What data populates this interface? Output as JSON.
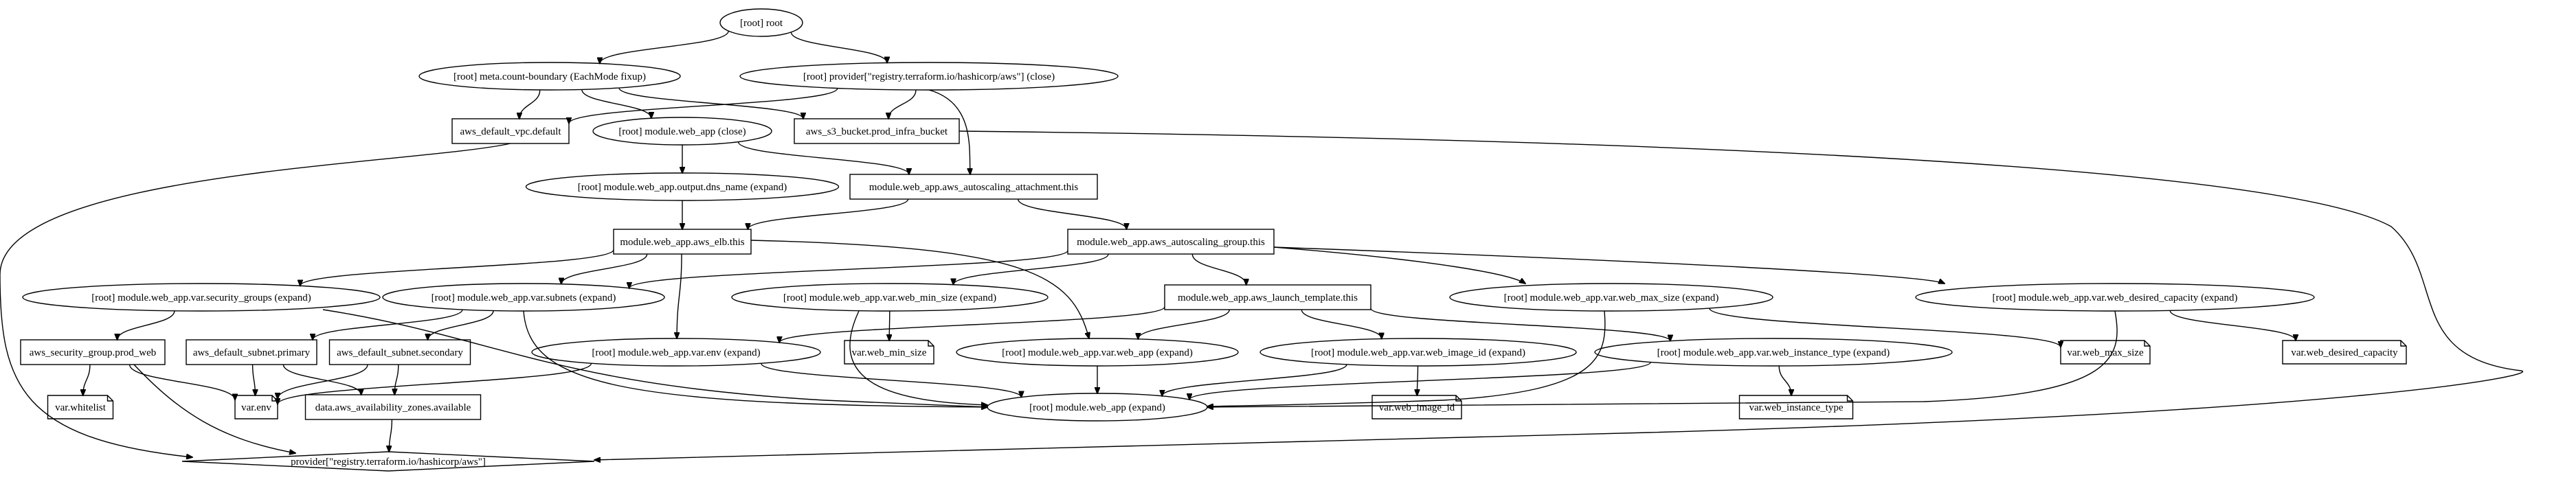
{
  "graph": {
    "nodes": [
      {
        "id": "root",
        "label": "[root] root",
        "shape": "ellipse"
      },
      {
        "id": "meta",
        "label": "[root] meta.count-boundary (EachMode fixup)",
        "shape": "ellipse"
      },
      {
        "id": "prov_close",
        "label": "[root] provider[\"registry.terraform.io/hashicorp/aws\"] (close)",
        "shape": "ellipse"
      },
      {
        "id": "vpc",
        "label": "aws_default_vpc.default",
        "shape": "box"
      },
      {
        "id": "webapp_close",
        "label": "[root] module.web_app (close)",
        "shape": "ellipse"
      },
      {
        "id": "s3",
        "label": "aws_s3_bucket.prod_infra_bucket",
        "shape": "box"
      },
      {
        "id": "dns",
        "label": "[root] module.web_app.output.dns_name (expand)",
        "shape": "ellipse"
      },
      {
        "id": "attach",
        "label": "module.web_app.aws_autoscaling_attachment.this",
        "shape": "box"
      },
      {
        "id": "elb",
        "label": "module.web_app.aws_elb.this",
        "shape": "box"
      },
      {
        "id": "asg",
        "label": "module.web_app.aws_autoscaling_group.this",
        "shape": "box"
      },
      {
        "id": "secgroups",
        "label": "[root] module.web_app.var.security_groups (expand)",
        "shape": "ellipse"
      },
      {
        "id": "subnets",
        "label": "[root] module.web_app.var.subnets (expand)",
        "shape": "ellipse"
      },
      {
        "id": "minsize",
        "label": "[root] module.web_app.var.web_min_size (expand)",
        "shape": "ellipse"
      },
      {
        "id": "lt",
        "label": "module.web_app.aws_launch_template.this",
        "shape": "box"
      },
      {
        "id": "maxsize",
        "label": "[root] module.web_app.var.web_max_size (expand)",
        "shape": "ellipse"
      },
      {
        "id": "desired",
        "label": "[root] module.web_app.var.web_desired_capacity (expand)",
        "shape": "ellipse"
      },
      {
        "id": "sg",
        "label": "aws_security_group.prod_web",
        "shape": "box"
      },
      {
        "id": "sub_primary",
        "label": "aws_default_subnet.primary",
        "shape": "box"
      },
      {
        "id": "sub_secondary",
        "label": "aws_default_subnet.secondary",
        "shape": "box"
      },
      {
        "id": "env",
        "label": "[root] module.web_app.var.env (expand)",
        "shape": "ellipse"
      },
      {
        "id": "var_minsize",
        "label": "var.web_min_size",
        "shape": "note"
      },
      {
        "id": "webapp_var",
        "label": "[root] module.web_app.var.web_app (expand)",
        "shape": "ellipse"
      },
      {
        "id": "imageid",
        "label": "[root] module.web_app.var.web_image_id (expand)",
        "shape": "ellipse"
      },
      {
        "id": "insttype",
        "label": "[root] module.web_app.var.web_instance_type (expand)",
        "shape": "ellipse"
      },
      {
        "id": "var_maxsize",
        "label": "var.web_max_size",
        "shape": "note"
      },
      {
        "id": "var_desired",
        "label": "var.web_desired_capacity",
        "shape": "note"
      },
      {
        "id": "whitelist",
        "label": "var.whitelist",
        "shape": "note"
      },
      {
        "id": "varenv",
        "label": "var.env",
        "shape": "note"
      },
      {
        "id": "azs",
        "label": "data.aws_availability_zones.available",
        "shape": "box"
      },
      {
        "id": "webapp_expand",
        "label": "[root] module.web_app (expand)",
        "shape": "ellipse"
      },
      {
        "id": "var_imageid",
        "label": "var.web_image_id",
        "shape": "note"
      },
      {
        "id": "var_insttype",
        "label": "var.web_instance_type",
        "shape": "note"
      },
      {
        "id": "provider",
        "label": "provider[\"registry.terraform.io/hashicorp/aws\"]",
        "shape": "diamond"
      }
    ],
    "edges": [
      {
        "from": "root",
        "to": "meta"
      },
      {
        "from": "root",
        "to": "prov_close"
      },
      {
        "from": "meta",
        "to": "vpc"
      },
      {
        "from": "meta",
        "to": "webapp_close"
      },
      {
        "from": "meta",
        "to": "s3"
      },
      {
        "from": "prov_close",
        "to": "vpc"
      },
      {
        "from": "prov_close",
        "to": "s3"
      },
      {
        "from": "prov_close",
        "to": "attach"
      },
      {
        "from": "webapp_close",
        "to": "dns"
      },
      {
        "from": "webapp_close",
        "to": "attach"
      },
      {
        "from": "dns",
        "to": "elb"
      },
      {
        "from": "attach",
        "to": "elb"
      },
      {
        "from": "attach",
        "to": "asg"
      },
      {
        "from": "elb",
        "to": "secgroups"
      },
      {
        "from": "elb",
        "to": "subnets"
      },
      {
        "from": "elb",
        "to": "env"
      },
      {
        "from": "elb",
        "to": "webapp_var"
      },
      {
        "from": "asg",
        "to": "subnets"
      },
      {
        "from": "asg",
        "to": "minsize"
      },
      {
        "from": "asg",
        "to": "lt"
      },
      {
        "from": "asg",
        "to": "maxsize"
      },
      {
        "from": "asg",
        "to": "desired"
      },
      {
        "from": "secgroups",
        "to": "sg"
      },
      {
        "from": "secgroups",
        "to": "webapp_expand"
      },
      {
        "from": "subnets",
        "to": "sub_primary"
      },
      {
        "from": "subnets",
        "to": "sub_secondary"
      },
      {
        "from": "subnets",
        "to": "webapp_expand"
      },
      {
        "from": "minsize",
        "to": "var_minsize"
      },
      {
        "from": "minsize",
        "to": "webapp_expand"
      },
      {
        "from": "lt",
        "to": "env"
      },
      {
        "from": "lt",
        "to": "webapp_var"
      },
      {
        "from": "lt",
        "to": "imageid"
      },
      {
        "from": "lt",
        "to": "insttype"
      },
      {
        "from": "maxsize",
        "to": "var_maxsize"
      },
      {
        "from": "maxsize",
        "to": "webapp_expand"
      },
      {
        "from": "desired",
        "to": "var_desired"
      },
      {
        "from": "desired",
        "to": "webapp_expand"
      },
      {
        "from": "sg",
        "to": "whitelist"
      },
      {
        "from": "sg",
        "to": "varenv"
      },
      {
        "from": "sg",
        "to": "provider"
      },
      {
        "from": "sub_primary",
        "to": "varenv"
      },
      {
        "from": "sub_primary",
        "to": "azs"
      },
      {
        "from": "sub_secondary",
        "to": "varenv"
      },
      {
        "from": "sub_secondary",
        "to": "azs"
      },
      {
        "from": "env",
        "to": "varenv"
      },
      {
        "from": "env",
        "to": "webapp_expand"
      },
      {
        "from": "webapp_var",
        "to": "webapp_expand"
      },
      {
        "from": "imageid",
        "to": "var_imageid"
      },
      {
        "from": "imageid",
        "to": "webapp_expand"
      },
      {
        "from": "insttype",
        "to": "var_insttype"
      },
      {
        "from": "insttype",
        "to": "webapp_expand"
      },
      {
        "from": "azs",
        "to": "provider"
      },
      {
        "from": "vpc",
        "to": "provider"
      },
      {
        "from": "s3",
        "to": "provider"
      }
    ]
  },
  "colors": {
    "stroke": "#000000",
    "background": "#ffffff",
    "text": "#000000"
  }
}
